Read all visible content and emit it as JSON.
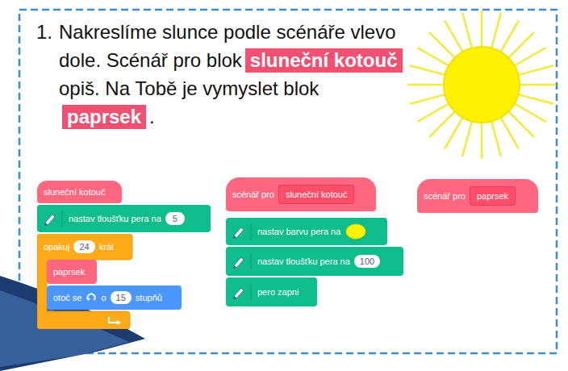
{
  "diagram": {
    "nodes": [
      {
        "text": [
          "sluneční kotouč"
        ]
      },
      {
        "text": [
          "paprsek"
        ]
      },
      {
        "text": [
          "sluneční kotouč"
        ]
      },
      {
        "text": [
          "nastav tloušťku pera na",
          "5"
        ]
      },
      {
        "text": [
          "opakuj",
          "24",
          "krát"
        ]
      },
      {
        "text": [
          "paprsek"
        ],
        "in": 4
      },
      {
        "text": [
          "otoč se",
          "o",
          "15",
          "stupňů"
        ],
        "in": 4
      },
      {
        "text": [
          "scénář pro",
          "sluneční kotouč"
        ]
      },
      {
        "text": [
          "nastav barvu pera na"
        ]
      },
      {
        "text": [
          "nastav tloušťku pera na",
          "100"
        ]
      },
      {
        "text": [
          "pero zapni"
        ]
      },
      {
        "text": [
          "scénář pro",
          "paprsek"
        ]
      }
    ],
    "labels": [
      "1.",
      "Nakreslíme slunce podle scénáře vlevo dole. Scénář pro blok",
      "opiš. Na Tobě je vymyslet blok",
      "."
    ]
  }
}
